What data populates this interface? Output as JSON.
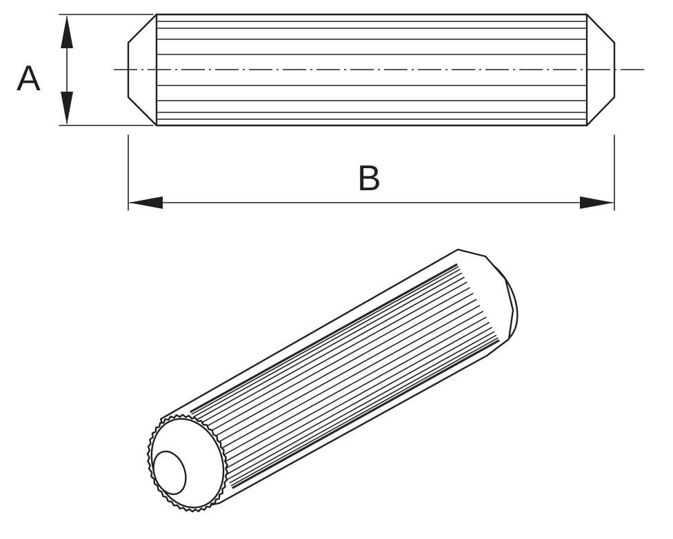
{
  "dimensions": {
    "a_label": "A",
    "b_label": "B"
  },
  "colors": {
    "line": "#1f1f1f",
    "background": "#ffffff"
  },
  "views": [
    "side-view",
    "isometric-view"
  ]
}
